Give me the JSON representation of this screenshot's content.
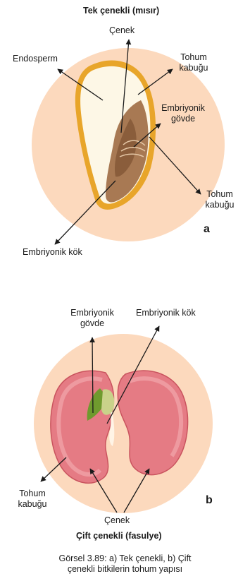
{
  "figure_a": {
    "title": "Tek çenekli (mısır)",
    "letter": "a",
    "labels": {
      "cenek": "Çenek",
      "endosperm": "Endosperm",
      "tohum_kabugu_top_1": "Tohum",
      "tohum_kabugu_top_2": "kabuğu",
      "embriyonik_govde_1": "Embriyonik",
      "embriyonik_govde_2": "gövde",
      "tohum_kabugu_right_1": "Tohum",
      "tohum_kabugu_right_2": "kabuğu",
      "embriyonik_kok": "Embriyonik kök"
    }
  },
  "figure_b": {
    "title": "Çift çenekli (fasulye)",
    "letter": "b",
    "labels": {
      "embriyonik_govde_1": "Embriyonik",
      "embriyonik_govde_2": "gövde",
      "embriyonik_kok": "Embriyonik kök",
      "tohum_kabugu_1": "Tohum",
      "tohum_kabugu_2": "kabuğu",
      "cenek": "Çenek"
    }
  },
  "caption": {
    "line1": "Görsel 3.89: a) Tek çenekli, b) Çift",
    "line2": "çenekli bitkilerin tohum yapısı"
  },
  "colors": {
    "background_circle": "#fcd9bd",
    "seed_coat": "#e8a52a",
    "endosperm": "#fdf7e6",
    "embryo": "#a87953",
    "bean": "#e57b84",
    "bean_inner": "#f2a8ad",
    "plumule": "#8da64a"
  }
}
